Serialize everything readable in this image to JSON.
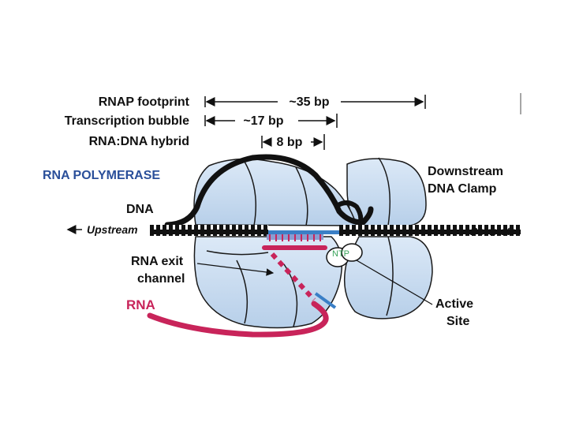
{
  "footprints": {
    "rnap_label": "RNAP footprint",
    "rnap_value": "~35 bp",
    "bubble_label": "Transcription bubble",
    "bubble_value": "~17 bp",
    "hybrid_label": "RNA:DNA hybrid",
    "hybrid_value": "8 bp"
  },
  "labels": {
    "polymerase": "RNA POLYMERASE",
    "dna": "DNA",
    "upstream": "Upstream",
    "downstream": "Downstr",
    "clamp_line1": "Downstream",
    "clamp_line2": "DNA Clamp",
    "exit_line1": "RNA exit",
    "exit_line2": "channel",
    "rna": "RNA",
    "ntp": "NTP",
    "active_line1": "Active",
    "active_line2": "Site"
  },
  "colors": {
    "protein_fill": "#c9dcf2",
    "protein_stroke": "#1a1a1a",
    "dna": "#111111",
    "rna": "#c8245a",
    "polymerase_label": "#2a4f9a",
    "ntp": "#3aa35a",
    "template_strand": "#3a7fc6"
  }
}
